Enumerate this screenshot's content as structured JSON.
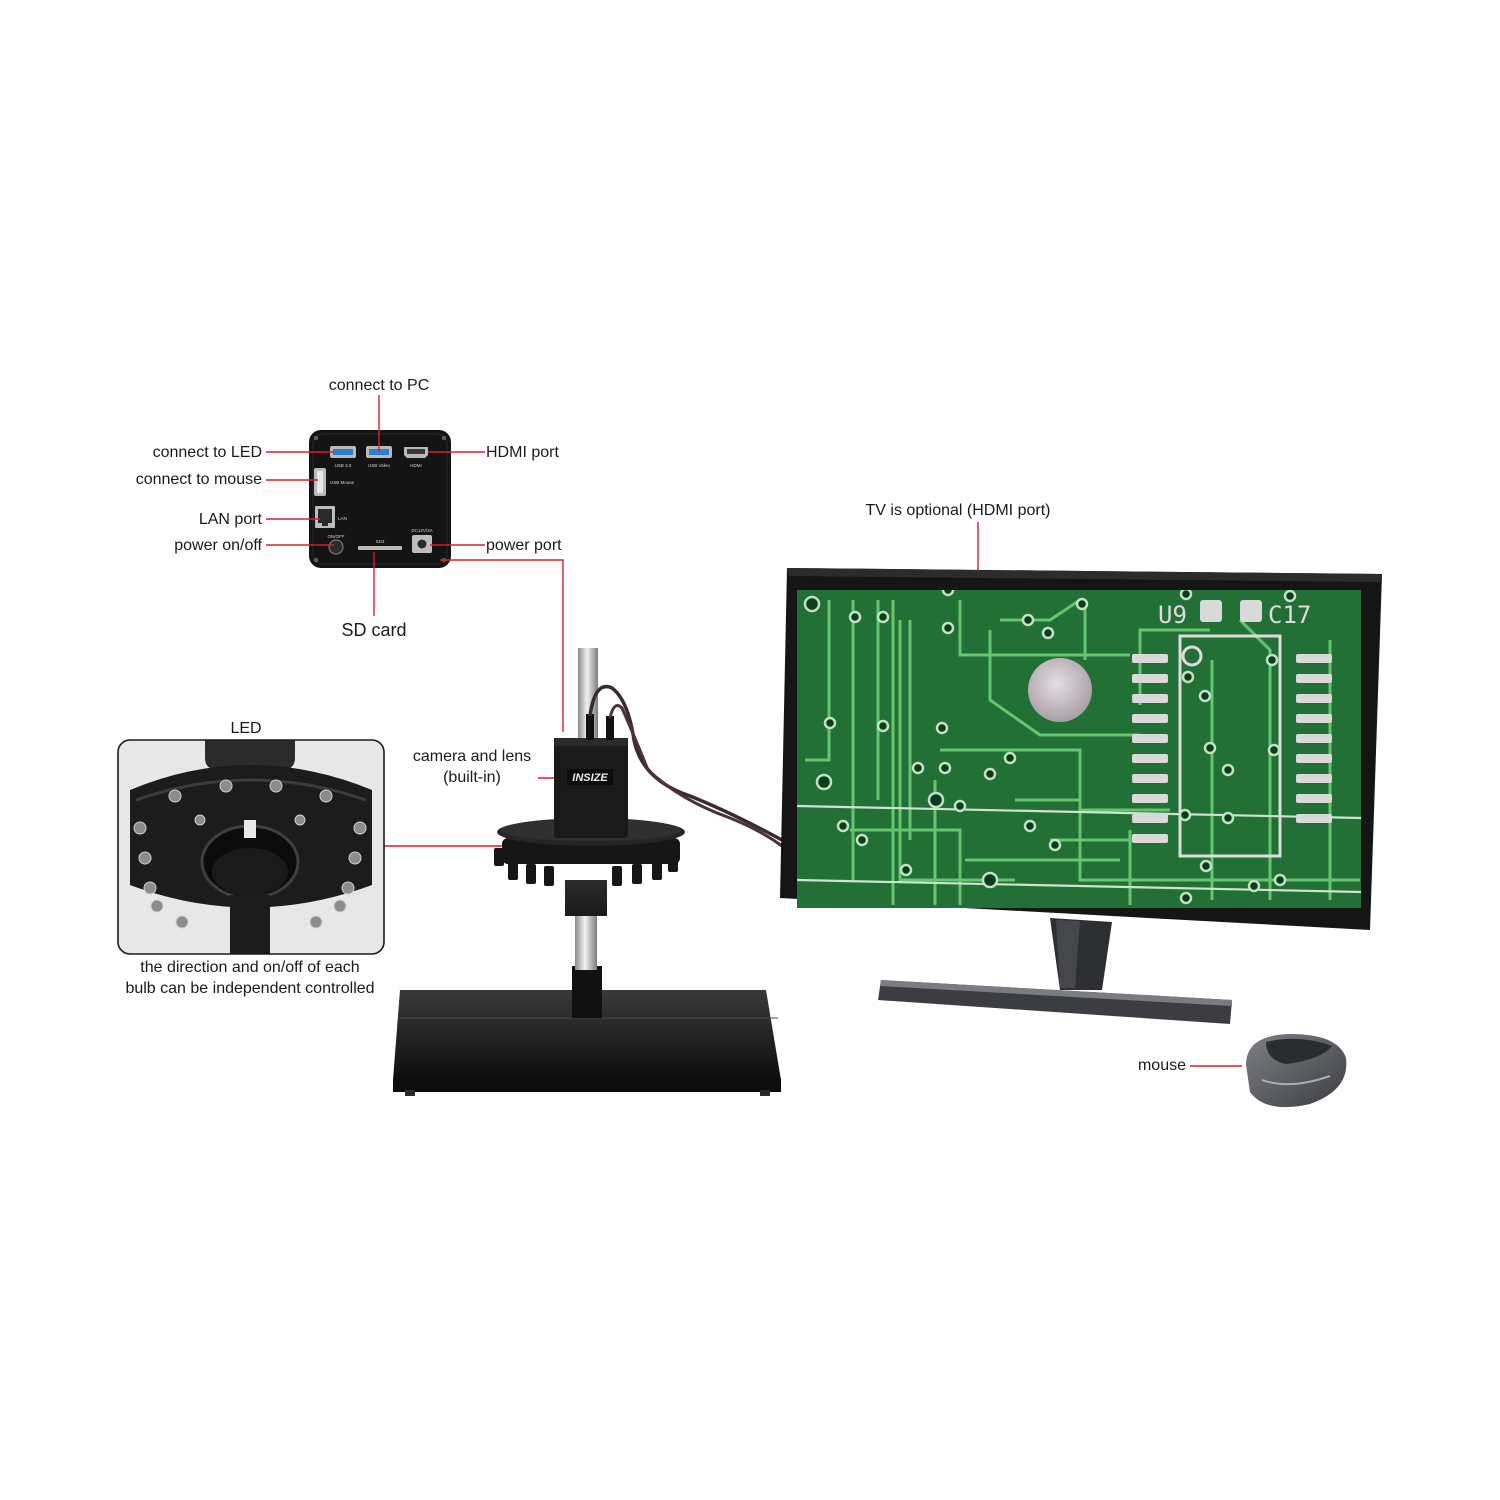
{
  "colors": {
    "leader": "#d6202a",
    "pcb": "#1f6b33",
    "trace": "#6fcf7a",
    "pad": "#d9d9d9",
    "body": "#141414"
  },
  "callouts": {
    "connect_pc": "connect to PC",
    "connect_led": "connect to LED",
    "connect_mouse": "connect to mouse",
    "lan_port": "LAN port",
    "power_onoff": "power on/off",
    "hdmi_port": "HDMI port",
    "power_port": "power port",
    "sd_card": "SD card",
    "tv_optional": "TV is optional (HDMI port)",
    "led": "LED",
    "camera_lens_1": "camera and lens",
    "camera_lens_2": "(built-in)",
    "led_desc_1": "the direction and on/off of each",
    "led_desc_2": "bulb can be independent controlled",
    "mouse": "mouse"
  },
  "panel_labels": {
    "usb3": "USB 3.0",
    "usb_video": "USB Video",
    "hdmi": "HDMI",
    "usb_mouse": "USB Mouse",
    "lan": "LAN",
    "onoff": "ON/OFF",
    "sd": "SD3",
    "dc": "DC12V/3A"
  },
  "pcb_labels": {
    "u9": "U9",
    "c17": "C17"
  },
  "brand": "INSIZE"
}
